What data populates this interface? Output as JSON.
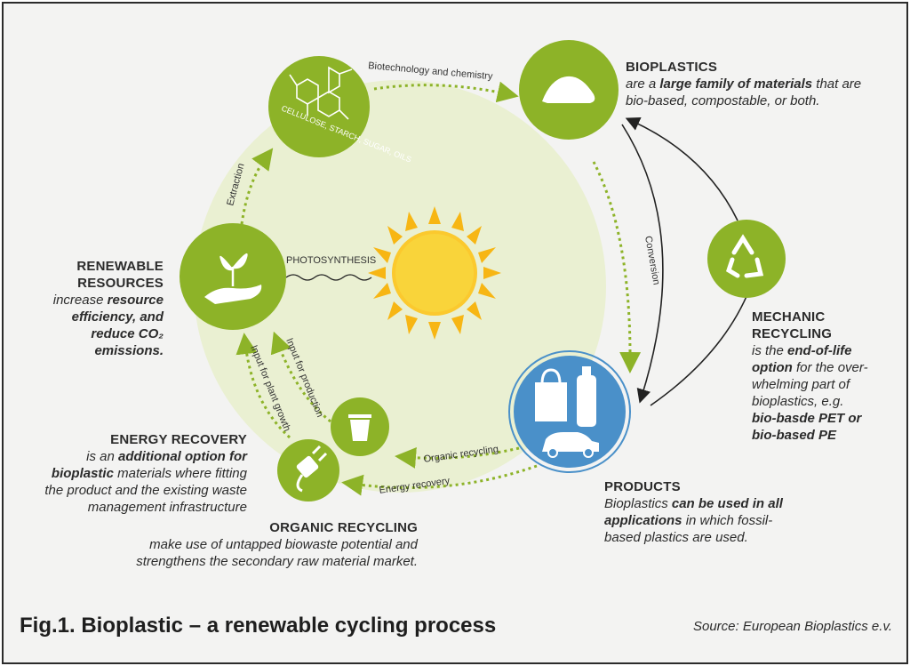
{
  "caption": "Fig.1. Bioplastic – a renewable cycling process",
  "source": "Source: European Bioplastics e.v.",
  "colors": {
    "green": "#8db328",
    "blue": "#4a90c9",
    "light_green": "#eaf0d2",
    "dark": "#2b2b2b",
    "sun": "#f7b614"
  },
  "center_label": "PHOTOSYNTHESIS",
  "cellulose_label": "CELLULOSE, STARCH, SUGAR, OILS",
  "arrow_labels": {
    "biotech": "Biotechnology and chemistry",
    "extraction": "Extraction",
    "conversion": "Conversion",
    "organic_recycling": "Organic recycling",
    "energy_recovery": "Energy recovery",
    "input_production": "Input for production",
    "input_plant": "Input for plant growth"
  },
  "bioplastics": {
    "title": "BIOPLASTICS",
    "t1": "are a ",
    "b1": "large family of materials",
    "t2": " that are",
    "line2": "bio-based, compostable, or both."
  },
  "renewable": {
    "title1": "RENEWABLE",
    "title2": "RESOURCES",
    "t1": "increase ",
    "b1": "resource",
    "b2": "efficiency, and",
    "b3": "reduce CO₂",
    "b4": "emissions."
  },
  "mechanic": {
    "title1": "MECHANIC",
    "title2": "RECYCLING",
    "t1": "is the ",
    "b1": "end-of-life",
    "b2": "option",
    "t2": " for the over-",
    "l3": "whelming part of",
    "l4": "bioplastics, e.g.",
    "b3": "bio-basde PET or",
    "b4": "bio-based PE"
  },
  "energy": {
    "title": "ENERGY RECOVERY",
    "t1": "is an ",
    "b1": "additional option for",
    "b2": "bioplastic",
    "t2": " materials where fitting",
    "l3": "the product and the existing waste",
    "l4": "management infrastructure"
  },
  "organic": {
    "title": "ORGANIC RECYCLING",
    "l1": "make use of untapped biowaste potential and",
    "l2": "strengthens the secondary raw material market."
  },
  "products": {
    "title": "PRODUCTS",
    "t1": "Bioplastics ",
    "b1": "can be used in all",
    "b2": "applications",
    "t2": " in which fossil-",
    "l3": "based plastics are used."
  },
  "icons": [
    "molecule-icon",
    "powder-icon",
    "recycle-icon",
    "plant-hand-icon",
    "bag-icon",
    "bottle-icon",
    "car-icon",
    "bin-icon",
    "plug-icon",
    "sun-icon"
  ]
}
